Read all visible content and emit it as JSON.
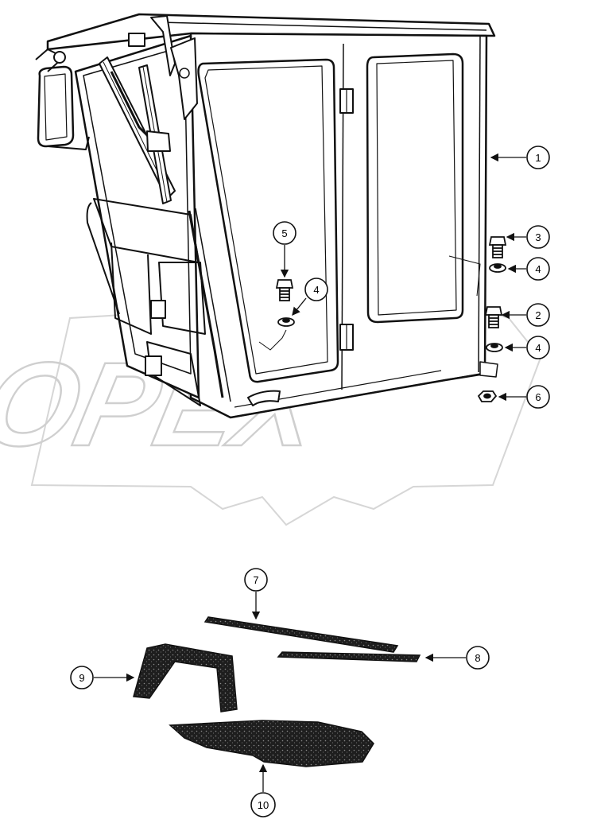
{
  "watermark": {
    "text": "OPEX",
    "color": "#d9d9d9"
  },
  "callouts": [
    {
      "id": "callout-1",
      "label": "1"
    },
    {
      "id": "callout-3",
      "label": "3"
    },
    {
      "id": "callout-4a",
      "label": "4"
    },
    {
      "id": "callout-2",
      "label": "2"
    },
    {
      "id": "callout-4b",
      "label": "4"
    },
    {
      "id": "callout-6",
      "label": "6"
    },
    {
      "id": "callout-5",
      "label": "5"
    },
    {
      "id": "callout-4c",
      "label": "4"
    },
    {
      "id": "callout-7",
      "label": "7"
    },
    {
      "id": "callout-8",
      "label": "8"
    },
    {
      "id": "callout-9",
      "label": "9"
    },
    {
      "id": "callout-10",
      "label": "10"
    }
  ],
  "colors": {
    "line": "#111111",
    "fill_dark": "#2a2a2a",
    "background": "#ffffff"
  }
}
